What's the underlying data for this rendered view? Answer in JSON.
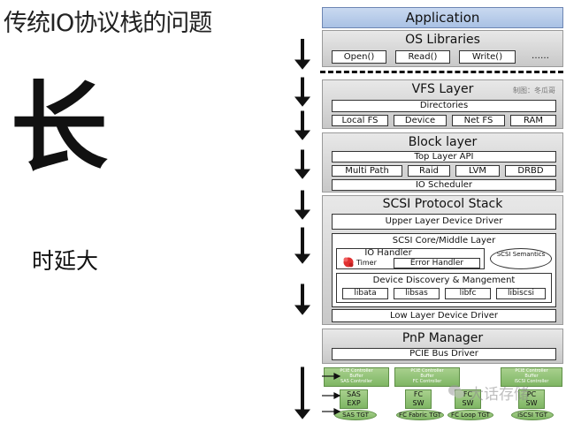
{
  "title": "传统IO协议栈的问题",
  "big_char": "长",
  "subtitle": "时延大",
  "stack": {
    "application": "Application",
    "os_libraries": {
      "title": "OS Libraries",
      "items": [
        "Open()",
        "Read()",
        "Write()",
        "……"
      ]
    },
    "vfs": {
      "title": "VFS Layer",
      "watermark": "制图：冬瓜哥",
      "directories": "Directories",
      "items": [
        "Local FS",
        "Device",
        "Net FS",
        "RAM"
      ]
    },
    "block": {
      "title": "Block layer",
      "top_api": "Top Layer API",
      "items": [
        "Multi Path",
        "Raid",
        "LVM",
        "DRBD"
      ],
      "scheduler": "IO Scheduler"
    },
    "scsi": {
      "title": "SCSI Protocol Stack",
      "upper": "Upper Layer Device Driver",
      "core": "SCSI Core/Middle Layer",
      "io_handler": "IO Handler",
      "timer": "Timer",
      "error_handler": "Error Handler",
      "semantics": "SCSI Semantics",
      "discovery": "Device Discovery & Mangement",
      "libs": [
        "libata",
        "libsas",
        "libfc",
        "libiscsi"
      ],
      "low": "Low Layer Device Driver"
    },
    "pnp": {
      "title": "PnP Manager",
      "pcie": "PCIE Bus Driver"
    },
    "hw": {
      "controller_lines": [
        "PCIE Controller",
        "Buffer",
        "SAS Controller",
        "FC Controller",
        "iSCSI Controller"
      ],
      "sas": [
        "SAS",
        "EXP",
        "SAS TGT"
      ],
      "fc": [
        "FC",
        "SW",
        "FC Fabric TGT"
      ],
      "fc_loop": [
        "FC",
        "SW",
        "FC Loop TGT"
      ],
      "iscsi": [
        "PC",
        "SW",
        "iSCSI TGT"
      ]
    },
    "logo_text": "大话存储"
  }
}
